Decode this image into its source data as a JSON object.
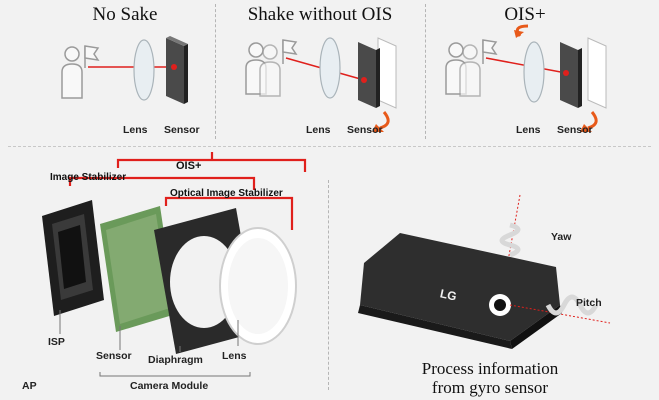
{
  "panels": [
    {
      "title": "No Sake",
      "lens_label": "Lens",
      "sensor_label": "Sensor"
    },
    {
      "title": "Shake without OIS",
      "lens_label": "Lens",
      "sensor_label": "Sensor"
    },
    {
      "title": "OIS+",
      "lens_label": "Lens",
      "sensor_label": "Sensor"
    }
  ],
  "module": {
    "ois_plus": "OIS+",
    "image_stabilizer": "Image Stabilizer",
    "optical_image_stabilizer": "Optical Image Stabilizer",
    "isp": "ISP",
    "sensor": "Sensor",
    "diaphragm": "Diaphragm",
    "lens": "Lens",
    "ap": "AP",
    "camera_module": "Camera Module"
  },
  "phone": {
    "brand": "LG",
    "yaw": "Yaw",
    "pitch": "Pitch",
    "caption_line1": "Process information",
    "caption_line2": "from gyro sensor"
  },
  "colors": {
    "red": "#e0201c",
    "orange_arrow": "#e85a1a",
    "sensor_dark": "#4a4a4a",
    "phone_body": "#2e2e2e"
  }
}
